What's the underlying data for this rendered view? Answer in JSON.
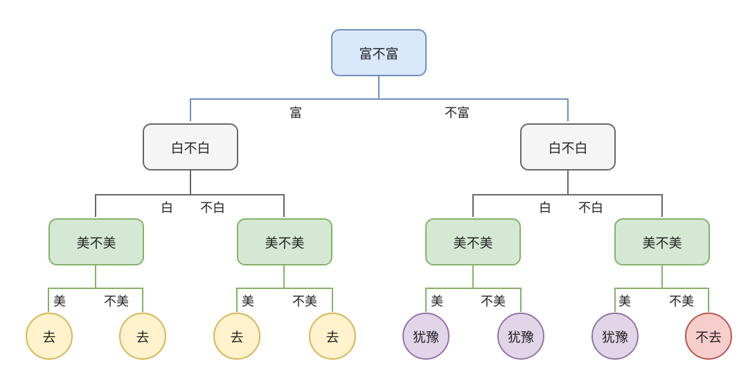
{
  "root": {
    "label": "富不富",
    "edge_labels": {
      "left": "富",
      "right": "不富"
    }
  },
  "level1": [
    {
      "label": "白不白",
      "edge_labels": {
        "left": "白",
        "right": "不白"
      }
    },
    {
      "label": "白不白",
      "edge_labels": {
        "left": "白",
        "right": "不白"
      }
    }
  ],
  "level2": [
    {
      "label": "美不美",
      "edge_labels": {
        "left": "美",
        "right": "不美"
      }
    },
    {
      "label": "美不美",
      "edge_labels": {
        "left": "美",
        "right": "不美"
      }
    },
    {
      "label": "美不美",
      "edge_labels": {
        "left": "美",
        "right": "不美"
      }
    },
    {
      "label": "美不美",
      "edge_labels": {
        "left": "美",
        "right": "不美"
      }
    }
  ],
  "leaves": [
    {
      "label": "去",
      "color": "#fff2cc"
    },
    {
      "label": "去",
      "color": "#fff2cc"
    },
    {
      "label": "去",
      "color": "#fff2cc"
    },
    {
      "label": "去",
      "color": "#fff2cc"
    },
    {
      "label": "犹豫",
      "color": "#e1d5e7"
    },
    {
      "label": "犹豫",
      "color": "#e1d5e7"
    },
    {
      "label": "犹豫",
      "color": "#e1d5e7"
    },
    {
      "label": "不去",
      "color": "#f8cecc"
    }
  ],
  "colors": {
    "root_edges": "#6c8ebf",
    "level1_edges": "#666666",
    "level2_edges": "#82b366"
  }
}
